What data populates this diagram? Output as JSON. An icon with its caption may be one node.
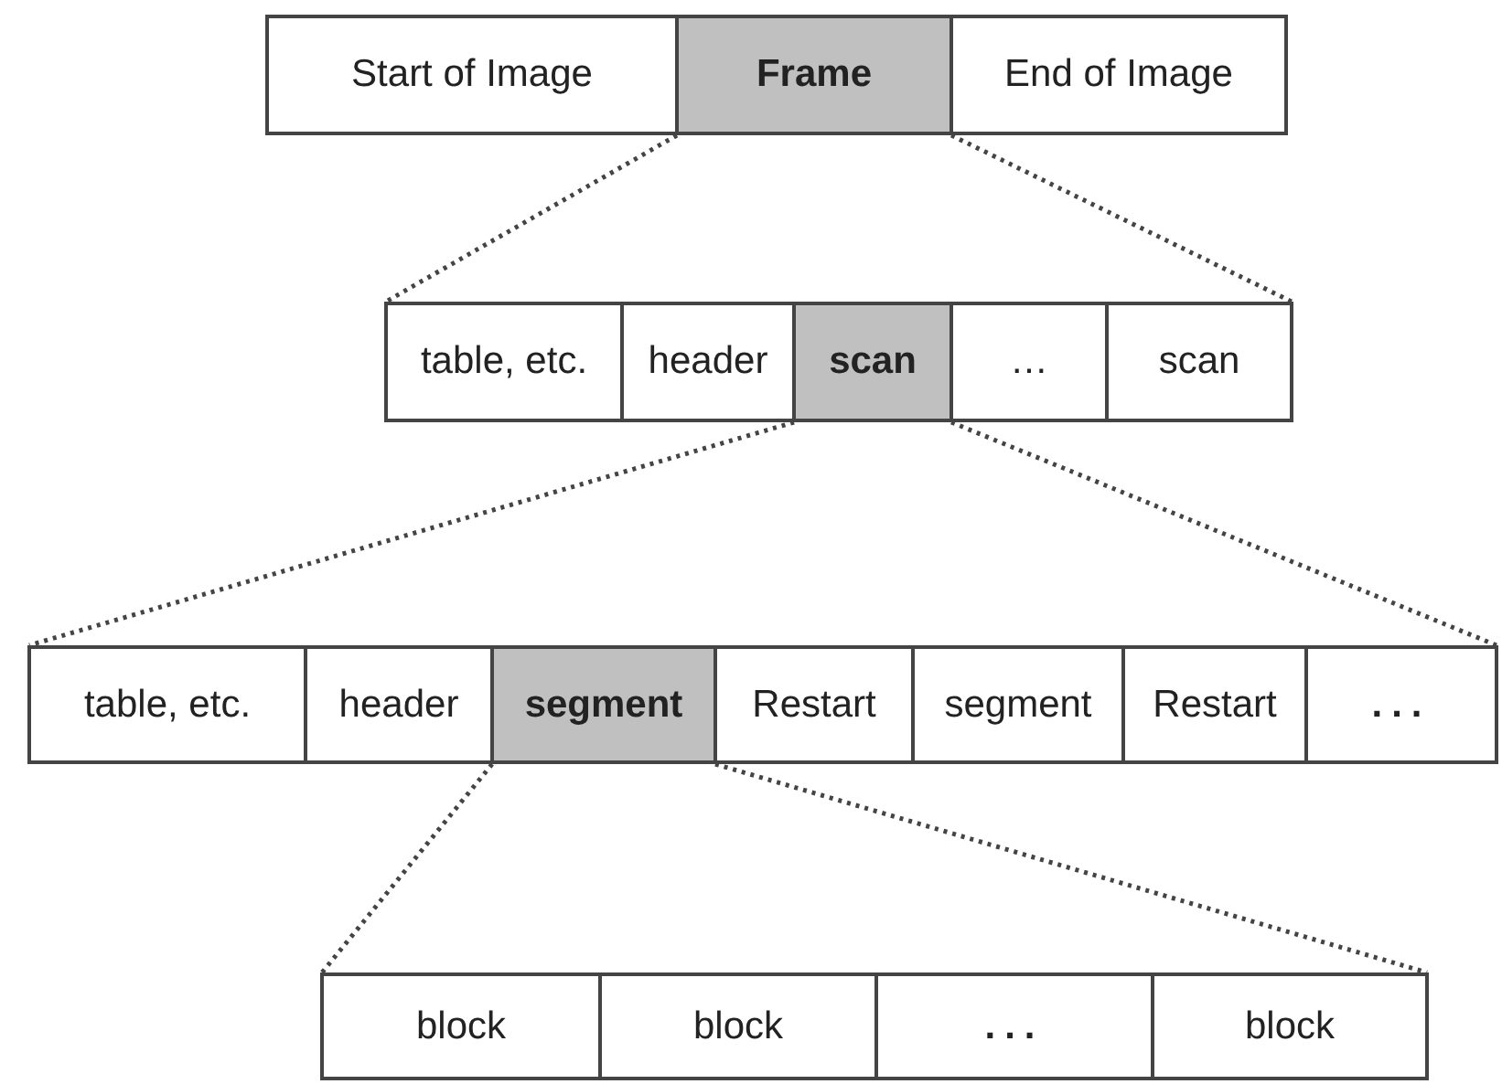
{
  "diagram": {
    "nodes": [
      {
        "text": [
          "Start of Image"
        ]
      },
      {
        "text": [
          "Frame"
        ]
      },
      {
        "text": [
          "End of Image"
        ]
      },
      {
        "text": [
          "table, etc."
        ]
      },
      {
        "text": [
          "header"
        ]
      },
      {
        "text": [
          "scan"
        ]
      },
      {
        "text": [
          "…"
        ]
      },
      {
        "text": [
          "scan"
        ]
      },
      {
        "text": [
          "table, etc."
        ]
      },
      {
        "text": [
          "header"
        ]
      },
      {
        "text": [
          "segment"
        ]
      },
      {
        "text": [
          "Restart"
        ]
      },
      {
        "text": [
          "segment"
        ]
      },
      {
        "text": [
          "Restart"
        ]
      },
      {
        "text": [
          "..."
        ]
      },
      {
        "text": [
          "block"
        ]
      },
      {
        "text": [
          "block"
        ]
      },
      {
        "text": [
          "..."
        ]
      },
      {
        "text": [
          "block"
        ]
      }
    ],
    "edges": [
      {
        "from": 1,
        "to": 3,
        "arrow": "none",
        "style": "dashed"
      },
      {
        "from": 1,
        "to": 7,
        "arrow": "none",
        "style": "dashed"
      },
      {
        "from": 5,
        "to": 8,
        "arrow": "none",
        "style": "dashed"
      },
      {
        "from": 5,
        "to": 14,
        "arrow": "none",
        "style": "dashed"
      },
      {
        "from": 10,
        "to": 15,
        "arrow": "none",
        "style": "dashed"
      },
      {
        "from": 10,
        "to": 18,
        "arrow": "none",
        "style": "dashed"
      }
    ]
  }
}
